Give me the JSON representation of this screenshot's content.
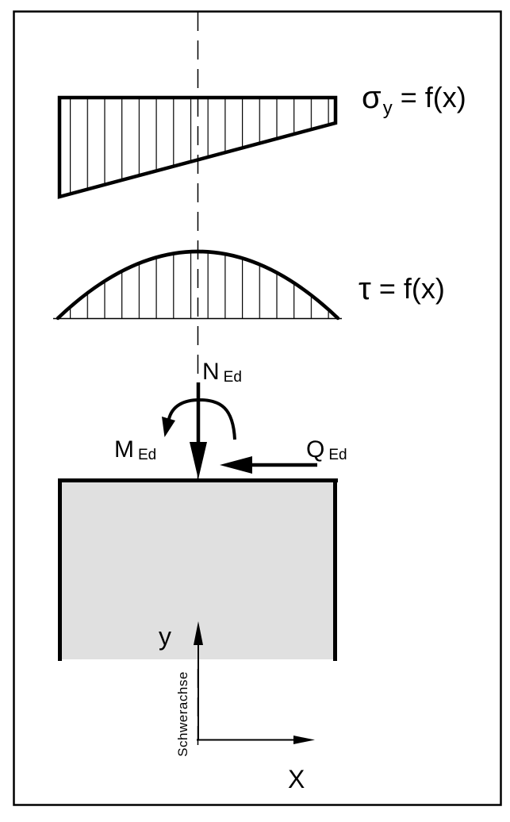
{
  "diagram": {
    "stress_labels": {
      "sigma": {
        "symbol": "σ",
        "subscript": "y",
        "eq_function": "= f(x)"
      },
      "tau": {
        "symbol": "τ",
        "eq_function": "= f(x)"
      }
    },
    "forces": {
      "normal": {
        "symbol": "N",
        "subscript": "Ed"
      },
      "moment": {
        "symbol": "M",
        "subscript": "Ed"
      },
      "shear": {
        "symbol": "Q",
        "subscript": "Ed"
      }
    },
    "axes": {
      "x_label": "X",
      "y_label": "y",
      "centroid_axis_label": "Schwerachse"
    },
    "colors": {
      "line": "#000000",
      "section_fill": "#e0e0e0",
      "background": "#ffffff"
    }
  }
}
